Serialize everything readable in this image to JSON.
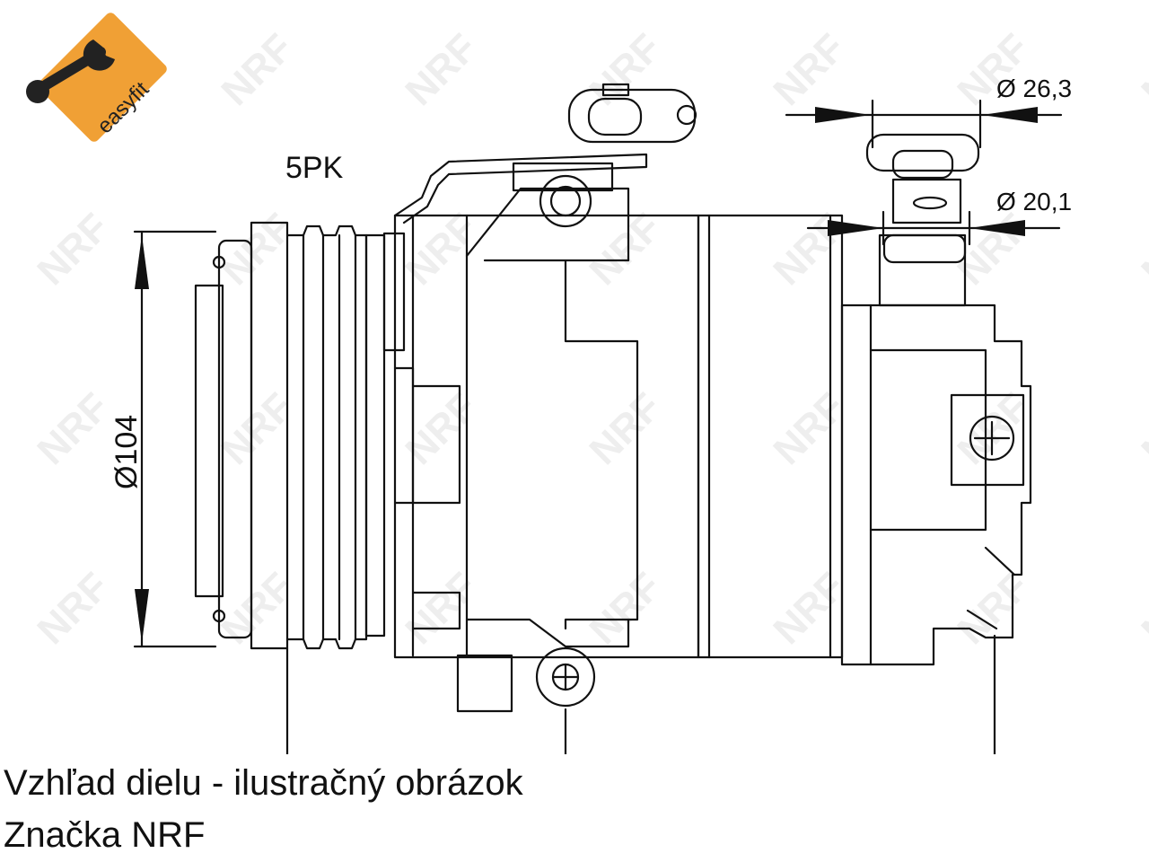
{
  "diagram": {
    "logo_text": "easyfit",
    "belt_label": "5PK",
    "dim_diameter_main": "Ø104",
    "dim_port_outer": "Ø 26,3",
    "dim_port_inner": "Ø 20,1",
    "watermark": "NRF"
  },
  "captions": {
    "line1": "Vzhľad dielu - ilustračný obrázok",
    "line2": "Značka NRF"
  }
}
